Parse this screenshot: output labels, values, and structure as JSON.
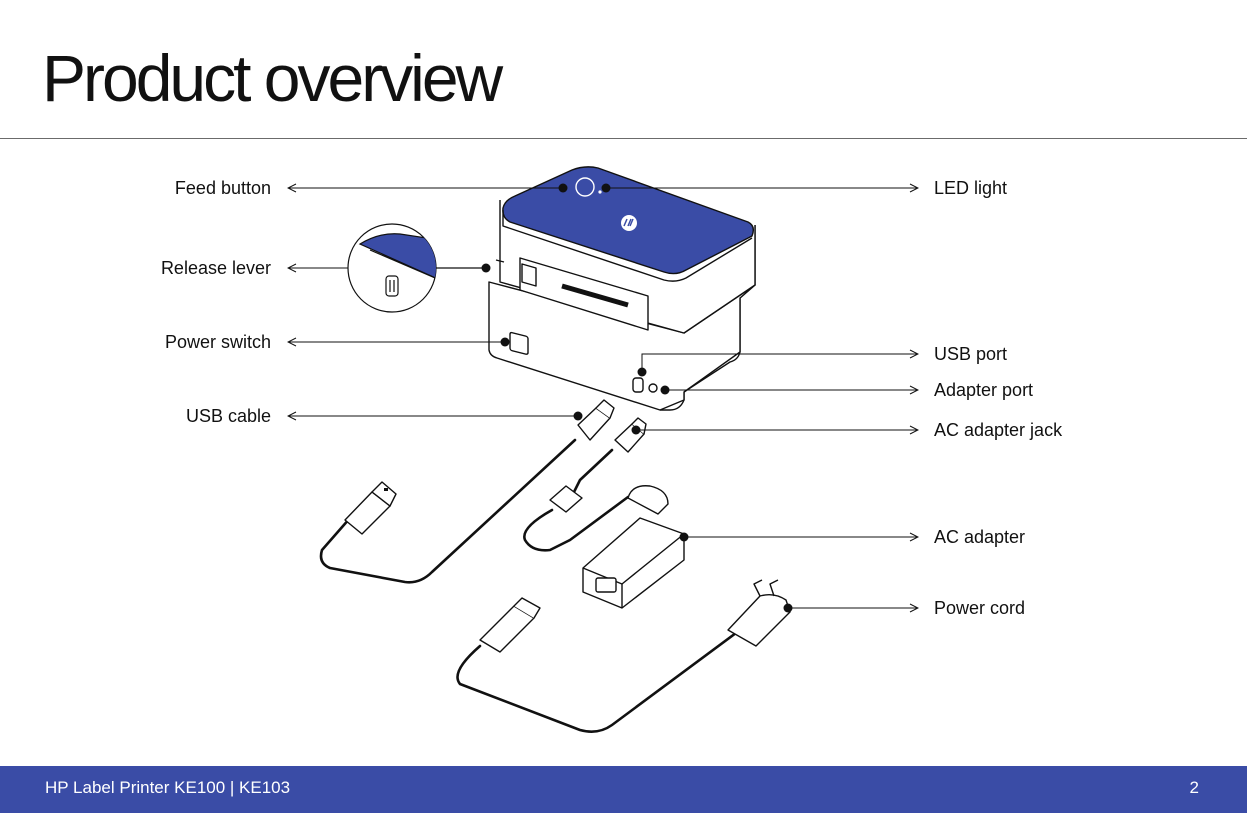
{
  "page": {
    "title": "Product overview"
  },
  "callouts": {
    "feed_button": "Feed button",
    "release_lever": "Release lever",
    "power_switch": "Power switch",
    "usb_cable": "USB cable",
    "led_light": "LED light",
    "usb_port": "USB port",
    "adapter_port": "Adapter port",
    "ac_adapter_jack": "AC adapter jack",
    "ac_adapter": "AC adapter",
    "power_cord": "Power cord"
  },
  "colors": {
    "brand_blue": "#3a4ca6",
    "line": "#111111",
    "printer_body": "#ffffff"
  },
  "icons": {
    "logo": "hp-logo-icon"
  },
  "footer": {
    "product": "HP Label Printer KE100 | KE103",
    "page_number": "2"
  }
}
